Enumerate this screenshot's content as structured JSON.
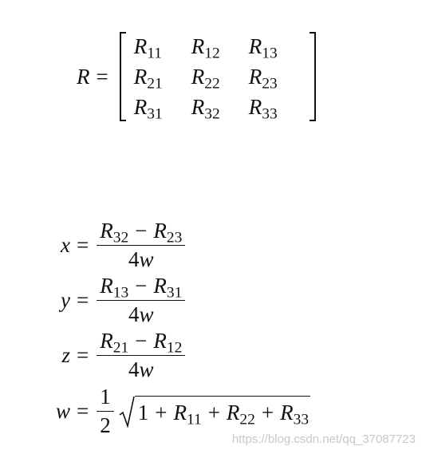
{
  "matrix": {
    "lhs": "R",
    "eq": "=",
    "cells": [
      {
        "base": "R",
        "sub": "11"
      },
      {
        "base": "R",
        "sub": "12"
      },
      {
        "base": "R",
        "sub": "13"
      },
      {
        "base": "R",
        "sub": "21"
      },
      {
        "base": "R",
        "sub": "22"
      },
      {
        "base": "R",
        "sub": "23"
      },
      {
        "base": "R",
        "sub": "31"
      },
      {
        "base": "R",
        "sub": "32"
      },
      {
        "base": "R",
        "sub": "33"
      }
    ]
  },
  "equations": {
    "x": {
      "var": "x",
      "eq": "=",
      "num": {
        "a_base": "R",
        "a_sub": "32",
        "op": "−",
        "b_base": "R",
        "b_sub": "23"
      },
      "den": {
        "coef": "4",
        "var": "w"
      }
    },
    "y": {
      "var": "y",
      "eq": "=",
      "num": {
        "a_base": "R",
        "a_sub": "13",
        "op": "−",
        "b_base": "R",
        "b_sub": "31"
      },
      "den": {
        "coef": "4",
        "var": "w"
      }
    },
    "z": {
      "var": "z",
      "eq": "=",
      "num": {
        "a_base": "R",
        "a_sub": "21",
        "op": "−",
        "b_base": "R",
        "b_sub": "12"
      },
      "den": {
        "coef": "4",
        "var": "w"
      }
    },
    "w": {
      "var": "w",
      "eq": "=",
      "frac_num": "1",
      "frac_den": "2",
      "radicand": {
        "one": "1",
        "plus": "+",
        "t1_base": "R",
        "t1_sub": "11",
        "t2_base": "R",
        "t2_sub": "22",
        "t3_base": "R",
        "t3_sub": "33"
      }
    }
  },
  "watermark": "https://blog.csdn.net/qq_37087723"
}
